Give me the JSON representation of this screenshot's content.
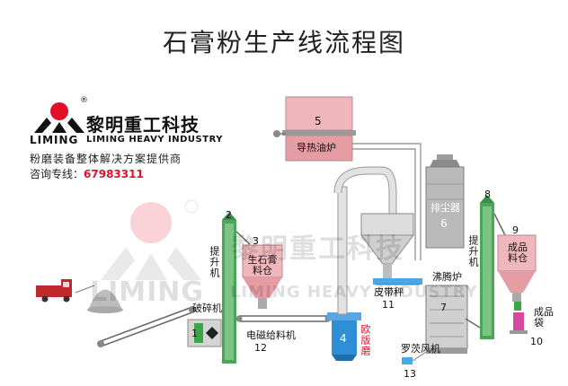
{
  "title": "石膏粉生产线流程图",
  "brand": {
    "name_cn": "黎明重工科技",
    "name_en": "LIMING HEAVY INDUSTRY",
    "short": "LIMING",
    "registered_mark": "®",
    "slogan": "粉磨装备整体解决方案提供商",
    "hotline_label": "咨询专线：",
    "hotline_number": "67983311"
  },
  "watermark": {
    "name_cn": "黎明重工科技",
    "short": "LIMING",
    "name_en": "LIMING HEAVY INDUSTRY"
  },
  "components": [
    {
      "num": "1",
      "label": "破碎机"
    },
    {
      "num": "2",
      "label": "提升机"
    },
    {
      "num": "3",
      "label": "生石膏料仓"
    },
    {
      "num": "4",
      "label": "欧版磨"
    },
    {
      "num": "5",
      "label": "导热油炉"
    },
    {
      "num": "6",
      "label": "排尘器"
    },
    {
      "num": "7",
      "label": "沸腾炉"
    },
    {
      "num": "8",
      "label": "提升机"
    },
    {
      "num": "9",
      "label": "成品料仓"
    },
    {
      "num": "10",
      "label": "成品袋"
    },
    {
      "num": "11",
      "label": "皮带秤"
    },
    {
      "num": "12",
      "label": "电磁给料机"
    },
    {
      "num": "13",
      "label": "罗茨风机"
    }
  ],
  "colors": {
    "brand_red": "#e0102a",
    "equipment_gray": "#c9c9c9",
    "silo_pink": "#efb7bc",
    "mill_blue": "#2f8fd6",
    "truck_red": "#c0282c"
  }
}
